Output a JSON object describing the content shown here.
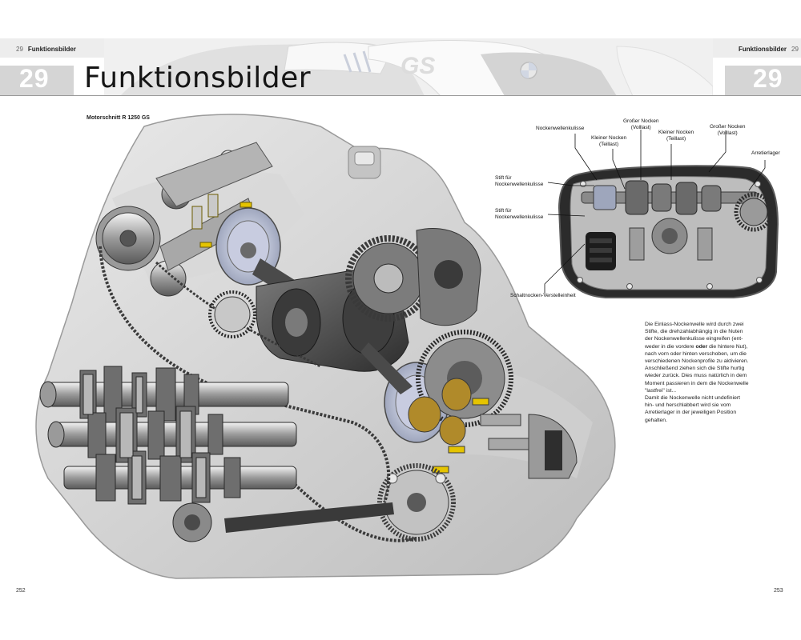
{
  "header": {
    "left_page_number": "29",
    "left_section": "Funktionsbilder",
    "right_section": "Funktionsbilder",
    "right_page_number": "29",
    "chapter_number_left": "29",
    "chapter_number_right": "29",
    "title": "Funktionsbilder"
  },
  "engine_caption": "Motorschnitt R 1250 GS",
  "callouts": {
    "nockenwellenkulisse": "Nockenwellenkulisse",
    "grosser_nocken_1a": "Großer Nocken",
    "grosser_nocken_1b": "(Volllast)",
    "kleiner_nocken_1a": "Kleiner Nocken",
    "kleiner_nocken_1b": "(Teillast)",
    "kleiner_nocken_2a": "Kleiner Nocken",
    "kleiner_nocken_2b": "(Teillast)",
    "grosser_nocken_2a": "Großer Nocken",
    "grosser_nocken_2b": "(Volllast)",
    "arretierlager": "Arretierlager",
    "stift_1a": "Stift für",
    "stift_1b": "Nockenwellenkulisse",
    "stift_2a": "Stift für",
    "stift_2b": "Nockenwellenkulisse",
    "schaltnocken": "Schaltnocken-Verstelleinheit"
  },
  "description": {
    "line1": "Die Einlass-Nockenwelle wird durch zwei",
    "line2": "Stifte, die drehzahlabhängig in die Nuten",
    "line3": "der Nockenwellenkulisse eingreifen (ent-",
    "line4_a": "weder in die vordere ",
    "line4_bold": "oder",
    "line4_b": " die hintere Nut),",
    "line5": "nach vorn oder hinten verschoben, um die",
    "line6": "verschiedenen Nockenprofile zu aktivieren.",
    "line7": "Anschließend ziehen sich die Stifte hurtig",
    "line8": "wieder zurück. Dies muss natürlich in dem",
    "line9": "Moment passieren in dem die Nockenwelle",
    "line10": "\"lastfrei\" ist...",
    "line11": "Damit die Nockenwelle nicht undefiniert",
    "line12": "hin- und herschlabbert wird sie vom",
    "line13": "Arretierlager in der jeweiligen Position",
    "line14": "gehalten."
  },
  "footer": {
    "left_page": "252",
    "right_page": "253"
  }
}
